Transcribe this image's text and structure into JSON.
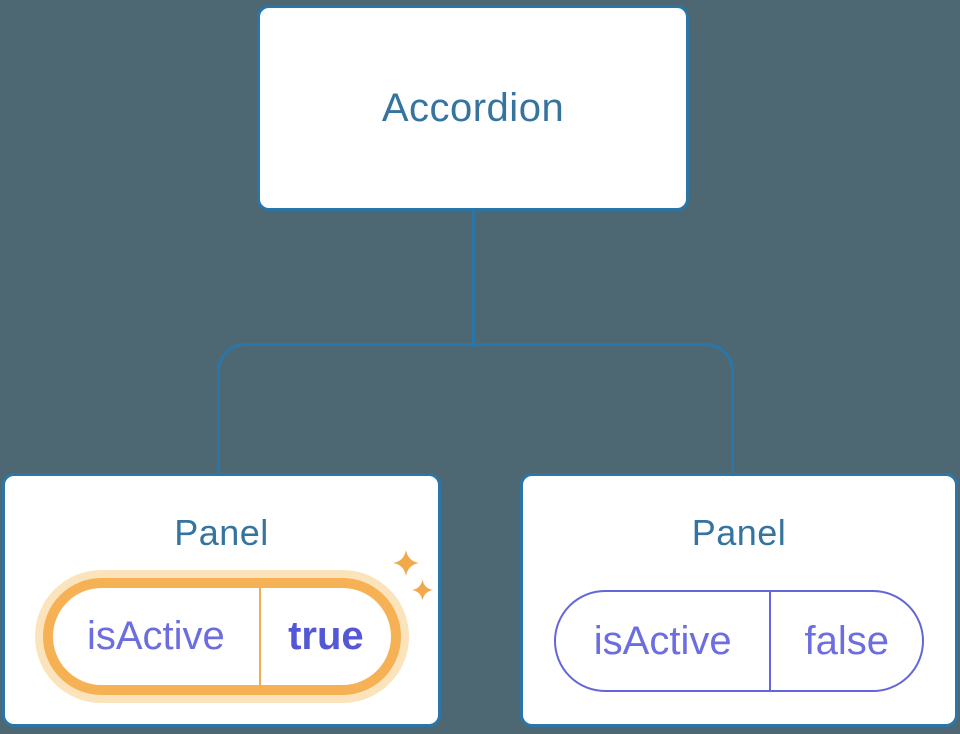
{
  "colors": {
    "background": "#4d6872",
    "connector_blue": "#2b76a9",
    "node_text_blue": "#35749e",
    "prop_purple": "#6b6de0",
    "prop_purple_bold": "#5457d6",
    "active_orange": "#f6b155",
    "active_orange_halo": "#fbe3bb",
    "sparkle_orange": "#f2a94c"
  },
  "tree": {
    "root": {
      "label": "Accordion"
    },
    "children": [
      {
        "title": "Panel",
        "prop_name": "isActive",
        "prop_value": "true",
        "state": "active",
        "has_sparkles": true
      },
      {
        "title": "Panel",
        "prop_name": "isActive",
        "prop_value": "false",
        "state": "inactive",
        "has_sparkles": false
      }
    ]
  }
}
